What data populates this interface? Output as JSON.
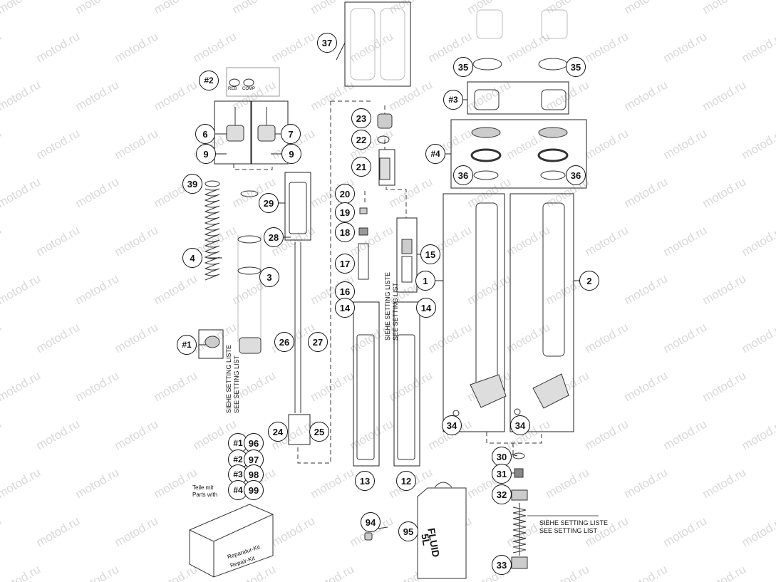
{
  "watermark": "motod.ru",
  "callouts": {
    "c1": "1",
    "c2": "2",
    "c3": "3",
    "c4": "4",
    "c6": "6",
    "c7": "7",
    "c9a": "9",
    "c9b": "9",
    "c12": "12",
    "c13": "13",
    "c14a": "14",
    "c14b": "14",
    "c15": "15",
    "c16": "16",
    "c17": "17",
    "c18": "18",
    "c19": "19",
    "c20": "20",
    "c21": "21",
    "c22": "22",
    "c23": "23",
    "c24": "24",
    "c25": "25",
    "c26": "26",
    "c27": "27",
    "c28": "28",
    "c29": "29",
    "c30": "30",
    "c31": "31",
    "c32": "32",
    "c33": "33",
    "c34a": "34",
    "c34b": "34",
    "c35a": "35",
    "c35b": "35",
    "c36a": "36",
    "c36b": "36",
    "c37": "37",
    "c39": "39",
    "c94": "94",
    "c95": "95",
    "c96": "96",
    "c97": "97",
    "c98": "98",
    "c99": "99",
    "k1": "#1",
    "k2": "#2",
    "k3": "#3",
    "k4": "#4",
    "k1b": "#1",
    "k2b": "#2",
    "k3b": "#3",
    "k4b": "#4"
  },
  "labels": {
    "reb": "REB",
    "comp": "COMP",
    "setting_de": "SIEHE SETTING LISTE",
    "setting_en": "SEE SETTING LIST",
    "setting_de_mid": "SIEHE SETTING LISTE",
    "setting_en_mid": "SEE SETTING LIST",
    "setting_de_right": "SIEHE SETTING LISTE",
    "setting_en_right": "SEE SETTING LIST",
    "teile_mit": "Teile mit",
    "parts_with": "Parts with",
    "kit_de": "Reparatur-Kit",
    "kit_en": "Repair-Kit",
    "fluid": "FLUID",
    "fluid_vol": "5L"
  }
}
